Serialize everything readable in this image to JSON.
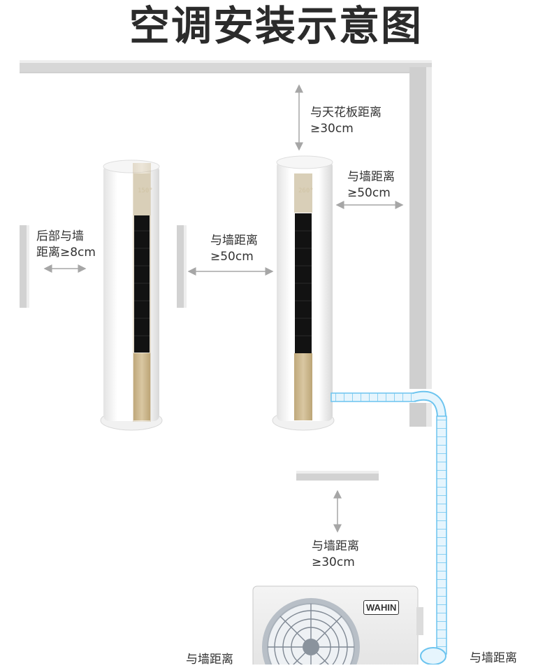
{
  "title": "空调安装示意图",
  "labels": {
    "ceiling": {
      "line1": "与天花板距离",
      "line2": "≥30cm"
    },
    "side_wall_right": {
      "line1": "与墙距离",
      "line2": "≥50cm"
    },
    "rear_wall": {
      "line1": "后部与墙",
      "line2": "距离≥8cm"
    },
    "side_wall_middle": {
      "line1": "与墙距离",
      "line2": "≥50cm"
    },
    "outdoor_top": {
      "line1": "与墙距离",
      "line2": "≥30cm"
    },
    "outdoor_left": {
      "line1": "与墙距离"
    },
    "outdoor_right": {
      "line1": "与墙距离"
    }
  },
  "units": {
    "indoor_display_left": "150°",
    "indoor_display_right": "260°",
    "outdoor_brand": "WAHIN"
  },
  "colors": {
    "wall": "#c9c9c9",
    "pipe": "#6cc4ef",
    "arrow": "#a6a6a6",
    "gold_panel": "#cdb88f"
  }
}
